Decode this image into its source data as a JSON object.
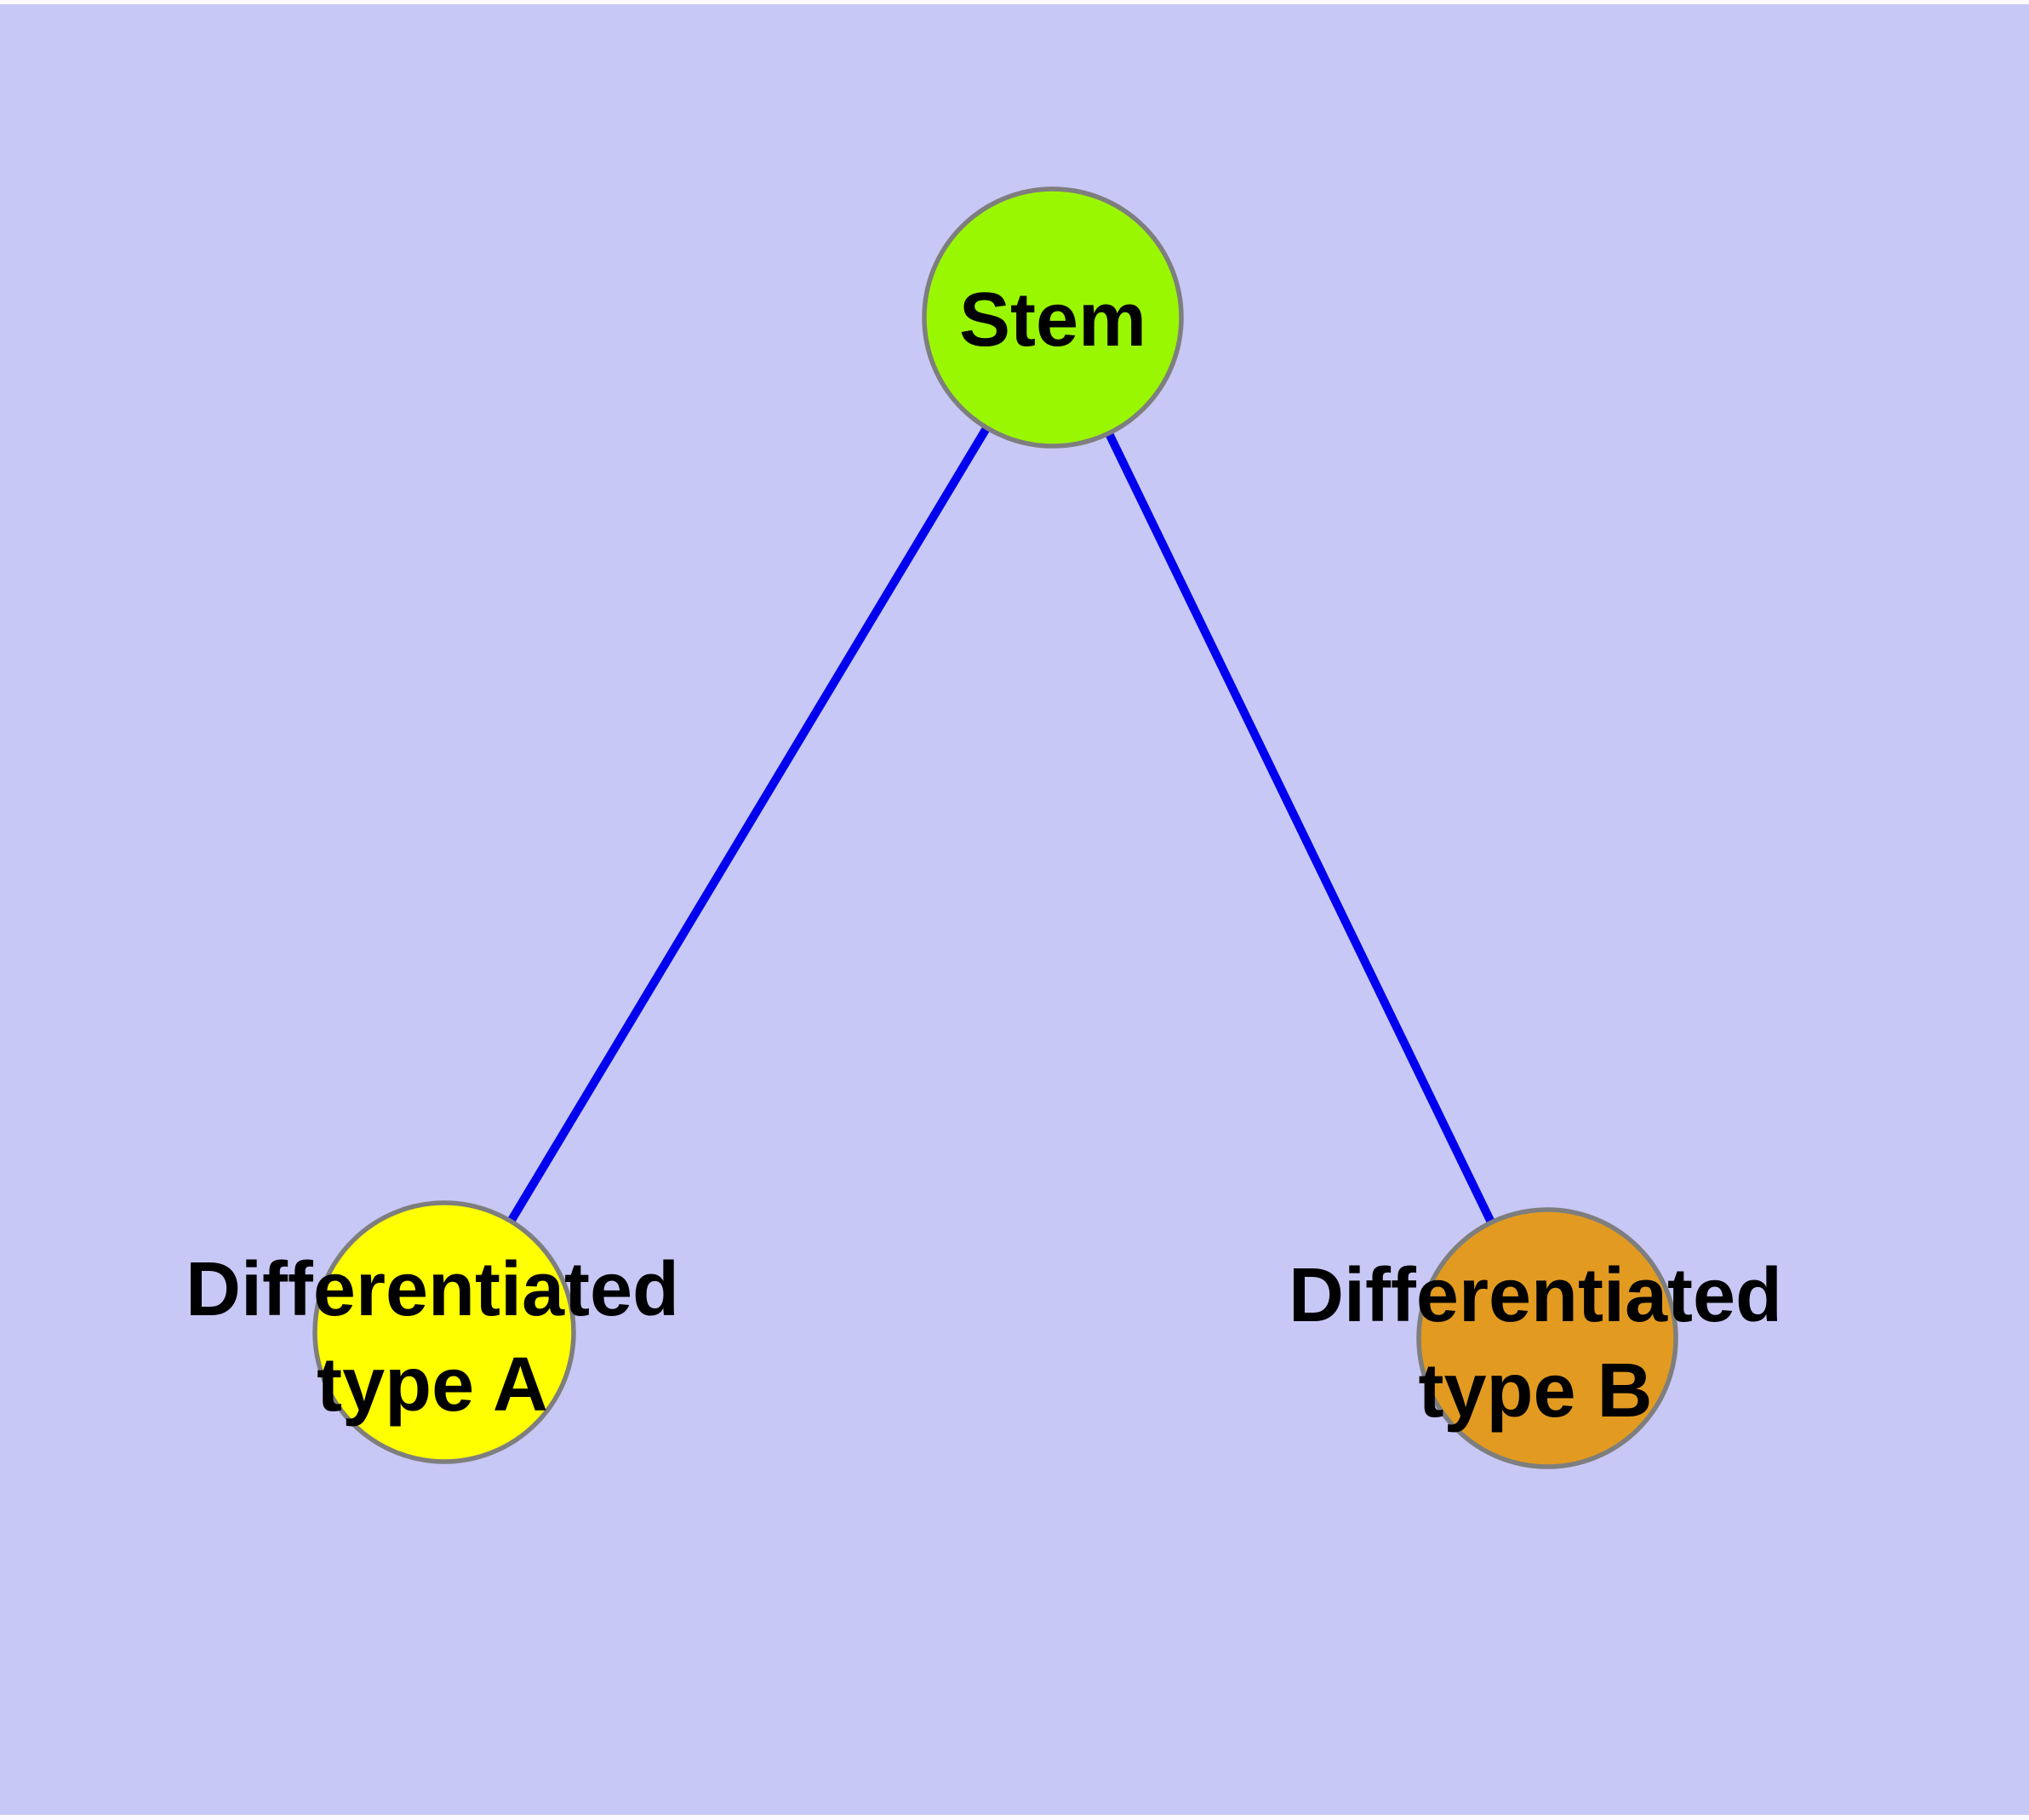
{
  "canvas": {
    "background_color": "#C8C8F6",
    "edge_color": "#0000EE",
    "node_border_color": "#7E7E7E",
    "label_color": "#000000"
  },
  "nodes": [
    {
      "id": "stem",
      "label": "Stem",
      "fill": "#9AF702"
    },
    {
      "id": "differentiated-type-a",
      "label_line1": "Differentiated",
      "label_line2": "type A",
      "fill": "#FFFF00"
    },
    {
      "id": "differentiated-type-b",
      "label_line1": "Differentiated",
      "label_line2": "type B",
      "fill": "#E29B20"
    }
  ],
  "edges": [
    {
      "from": "stem",
      "to": "differentiated-type-a"
    },
    {
      "from": "stem",
      "to": "differentiated-type-b"
    }
  ]
}
